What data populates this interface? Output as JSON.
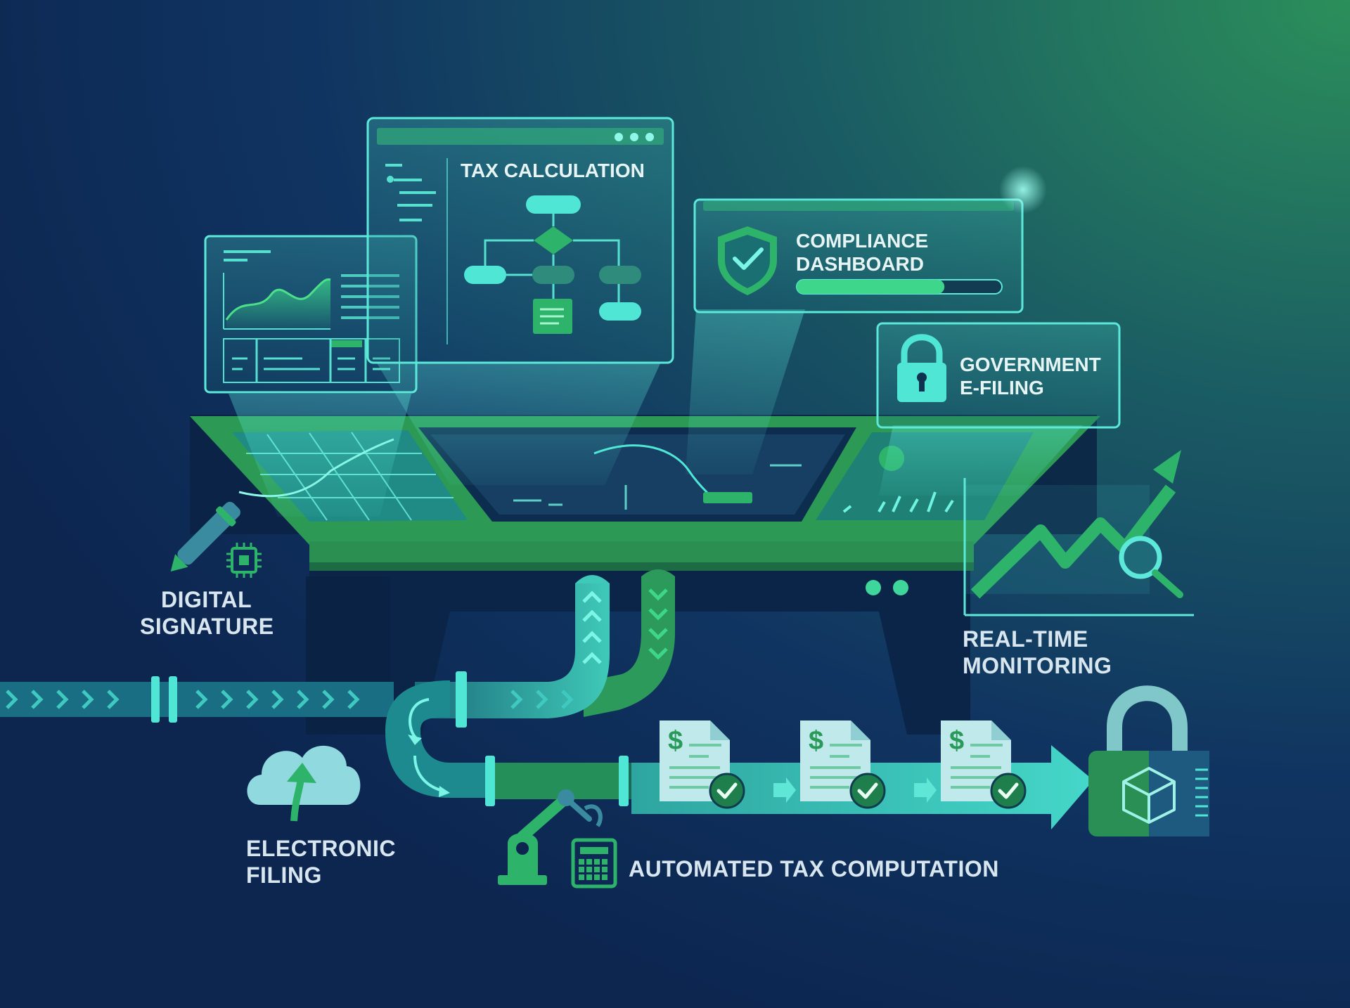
{
  "panels": {
    "tax_calculation": {
      "title": "TAX CALCULATION"
    },
    "compliance_dashboard": {
      "title_lines": [
        "COMPLIANCE",
        "DASHBOARD"
      ],
      "progress": 0.72
    },
    "government_efiling": {
      "title_lines": [
        "GOVERNMENT",
        "E-FILING"
      ]
    }
  },
  "labels": {
    "digital_signature": [
      "DIGITAL",
      "SIGNATURE"
    ],
    "real_time_monitoring": [
      "REAL-TIME",
      "MONITORING"
    ],
    "electronic_filing": [
      "ELECTRONIC",
      "FILING"
    ],
    "automated_tax_computation": "AUTOMATED TAX COMPUTATION"
  },
  "icons": {
    "document": "dollar-document-icon",
    "check": "checkmark-icon",
    "shield": "shield-check-icon",
    "lock": "padlock-icon",
    "cloud": "cloud-upload-icon",
    "pen": "pen-icon",
    "chip": "chip-icon",
    "robot": "robot-arm-icon",
    "calculator": "calculator-icon",
    "magnifier": "magnifier-icon",
    "vault": "secure-vault-icon"
  },
  "colors": {
    "background_dark": "#0c2650",
    "background_green": "#2a8a58",
    "accent_cyan": "#4fe6d6",
    "accent_green": "#2db36a",
    "label_text": "#d8e6ef"
  }
}
